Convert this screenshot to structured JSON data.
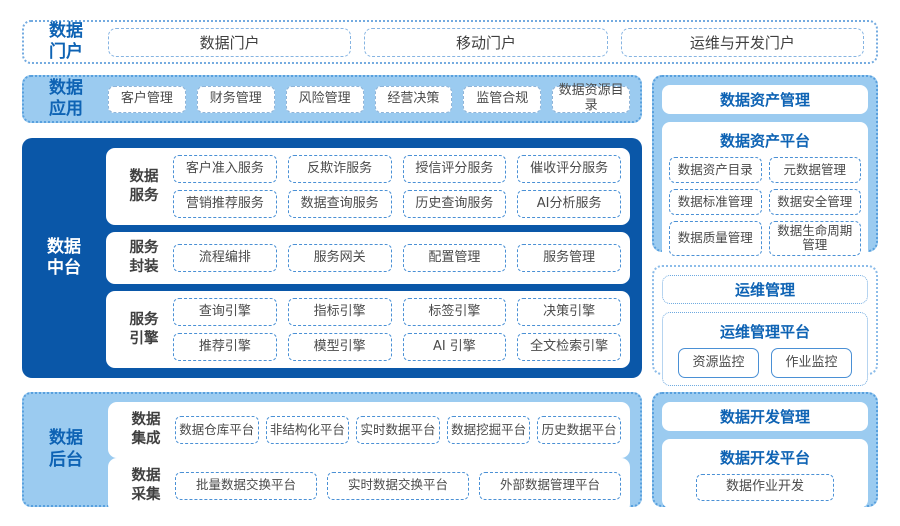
{
  "colors": {
    "dark_blue": "#0a57a8",
    "light_blue_fill": "#9bcbf0",
    "dashed_border_blue": "#58a0de",
    "chip_border_blue": "#4a90d5",
    "title_blue": "#0e63b4",
    "text_gray": "#4a4a4a"
  },
  "portal_row": {
    "label": "数据门户",
    "items": [
      "数据门户",
      "移动门户",
      "运维与开发门户"
    ]
  },
  "app_row": {
    "label": "数据应用",
    "items": [
      "客户管理",
      "财务管理",
      "风险管理",
      "经营决策",
      "监管合规",
      "数据资源目录"
    ]
  },
  "mid_platform": {
    "label": "数据中台",
    "groups": [
      {
        "label": "数据服务",
        "items": [
          "客户准入服务",
          "反欺诈服务",
          "授信评分服务",
          "催收评分服务",
          "营销推荐服务",
          "数据查询服务",
          "历史查询服务",
          "AI分析服务"
        ]
      },
      {
        "label": "服务封装",
        "items": [
          "流程编排",
          "服务网关",
          "配置管理",
          "服务管理"
        ]
      },
      {
        "label": "服务引擎",
        "items": [
          "查询引擎",
          "指标引擎",
          "标签引擎",
          "决策引擎",
          "推荐引擎",
          "模型引擎",
          "AI 引擎",
          "全文检索引擎"
        ]
      }
    ]
  },
  "backend": {
    "label": "数据后台",
    "groups": [
      {
        "label": "数据集成",
        "items": [
          "数据仓库平台",
          "非结构化平台",
          "实时数据平台",
          "数据挖掘平台",
          "历史数据平台"
        ]
      },
      {
        "label": "数据采集",
        "items": [
          "批量数据交换平台",
          "实时数据交换平台",
          "外部数据管理平台"
        ]
      }
    ]
  },
  "right_column": {
    "asset": {
      "title": "数据资产管理",
      "platform_title": "数据资产平台",
      "items": [
        "数据资产目录",
        "元数据管理",
        "数据标准管理",
        "数据安全管理",
        "数据质量管理",
        "数据生命周期管理"
      ]
    },
    "ops": {
      "title": "运维管理",
      "platform_title": "运维管理平台",
      "items": [
        "资源监控",
        "作业监控"
      ]
    },
    "dev": {
      "title": "数据开发管理",
      "platform_title": "数据开发平台",
      "items": [
        "数据作业开发"
      ]
    }
  }
}
